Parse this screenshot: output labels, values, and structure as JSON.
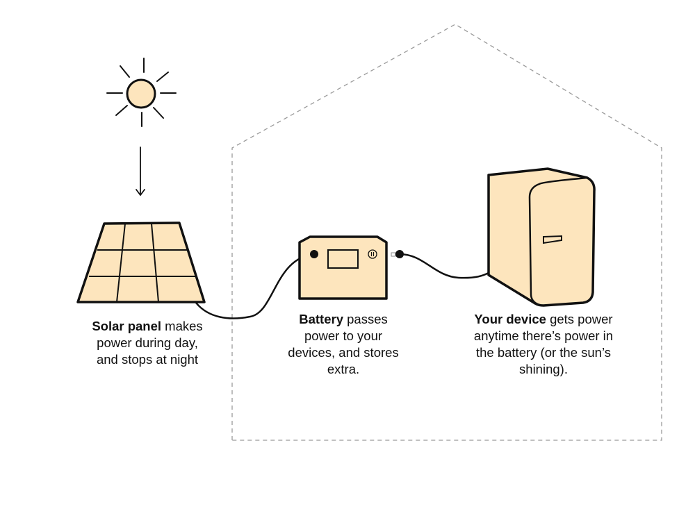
{
  "colors": {
    "fill": "#fde5bd",
    "stroke": "#111111",
    "house_outline": "#9a9a9a"
  },
  "components": {
    "sun": {
      "icon": "sun-icon"
    },
    "arrow": {
      "icon": "arrow-down-icon"
    },
    "solar_panel": {
      "icon": "solar-panel-icon",
      "title": "Solar panel",
      "desc_1": " makes",
      "desc_2": "power during day,",
      "desc_3": "and stops at night"
    },
    "battery": {
      "icon": "battery-icon",
      "title": "Battery",
      "desc_1": " passes",
      "desc_2": "power to your",
      "desc_3": "devices, and stores",
      "desc_4": "extra."
    },
    "device": {
      "icon": "device-icon",
      "title": "Your device",
      "desc_1": " gets power",
      "desc_2": "anytime there’s power in",
      "desc_3": "the battery (or the sun’s",
      "desc_4": "shining)."
    },
    "house": {
      "icon": "house-outline"
    }
  }
}
